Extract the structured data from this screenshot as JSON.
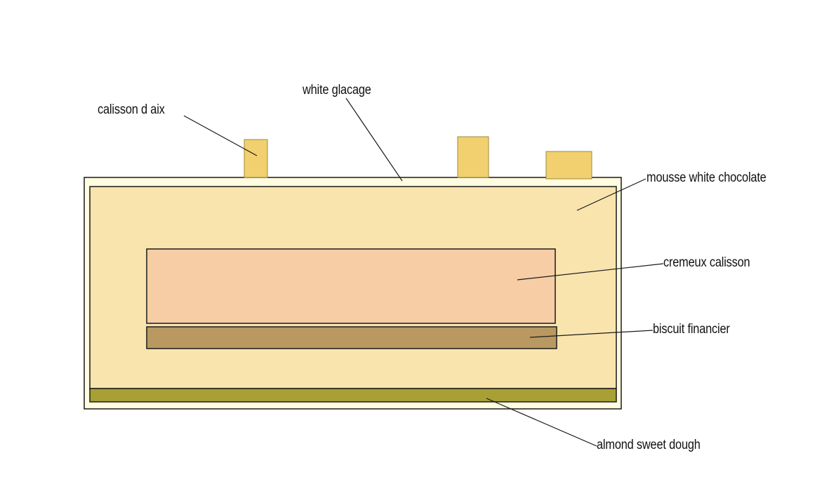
{
  "labels": {
    "calisson": "calisson d aix",
    "glacage": "white glacage",
    "mousse": "mousse white chocolate",
    "cremeux": "cremeux calisson",
    "biscuit": "biscuit financier",
    "dough": "almond sweet dough"
  },
  "colors": {
    "glacage": "#FFFCDF",
    "mousse": "#F9E4AE",
    "cremeux": "#F6CDA5",
    "biscuit": "#B99961",
    "dough": "#A8A034",
    "calisson": "#F2D06F",
    "outline": "#1a1a1a"
  }
}
